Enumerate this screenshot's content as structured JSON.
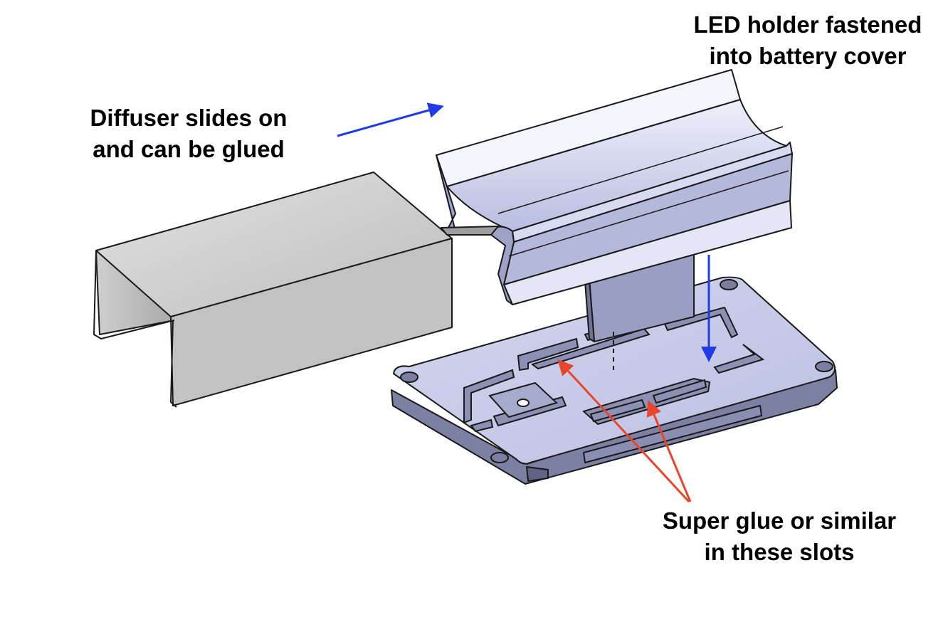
{
  "callouts": {
    "diffuser": {
      "line1": "Diffuser slides on",
      "line2": "and can be glued"
    },
    "led_holder": {
      "line1": "LED holder fastened",
      "line2": "into battery cover"
    },
    "glue": {
      "line1": "Super glue or similar",
      "line2": "in these slots"
    }
  },
  "colors": {
    "assembly_arrow": "#1f3be8",
    "glue_arrow": "#e8452a",
    "diffuser_fill": "#d9d9d9",
    "part_fill": "#c4c7e3",
    "outline": "#1a1a1a"
  }
}
